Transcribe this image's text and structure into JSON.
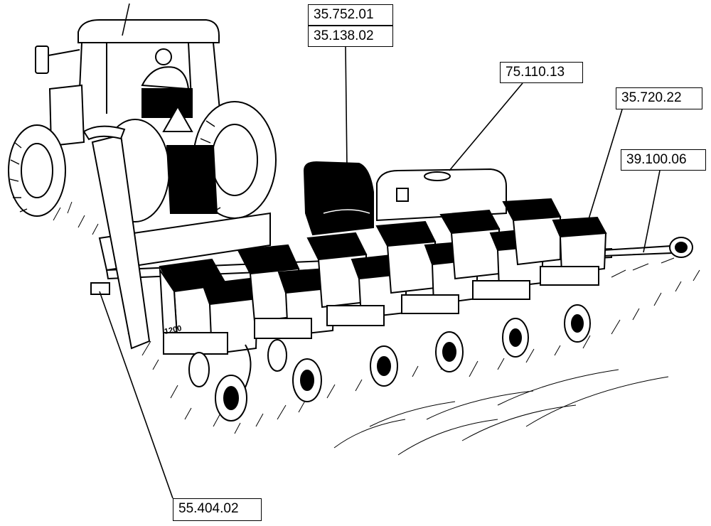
{
  "callouts": [
    {
      "id": "c0",
      "label": "35.752.01"
    },
    {
      "id": "c1",
      "label": "35.138.02"
    },
    {
      "id": "c2",
      "label": "75.110.13"
    },
    {
      "id": "c3",
      "label": "35.720.22"
    },
    {
      "id": "c4",
      "label": "39.100.06"
    },
    {
      "id": "c5",
      "label": "55.404.02"
    }
  ],
  "planter_badge": "1200",
  "colors": {
    "line": "#000000",
    "fill": "#ffffff",
    "dark_fill": "#000000",
    "light_shade": "#d9d9d9"
  }
}
